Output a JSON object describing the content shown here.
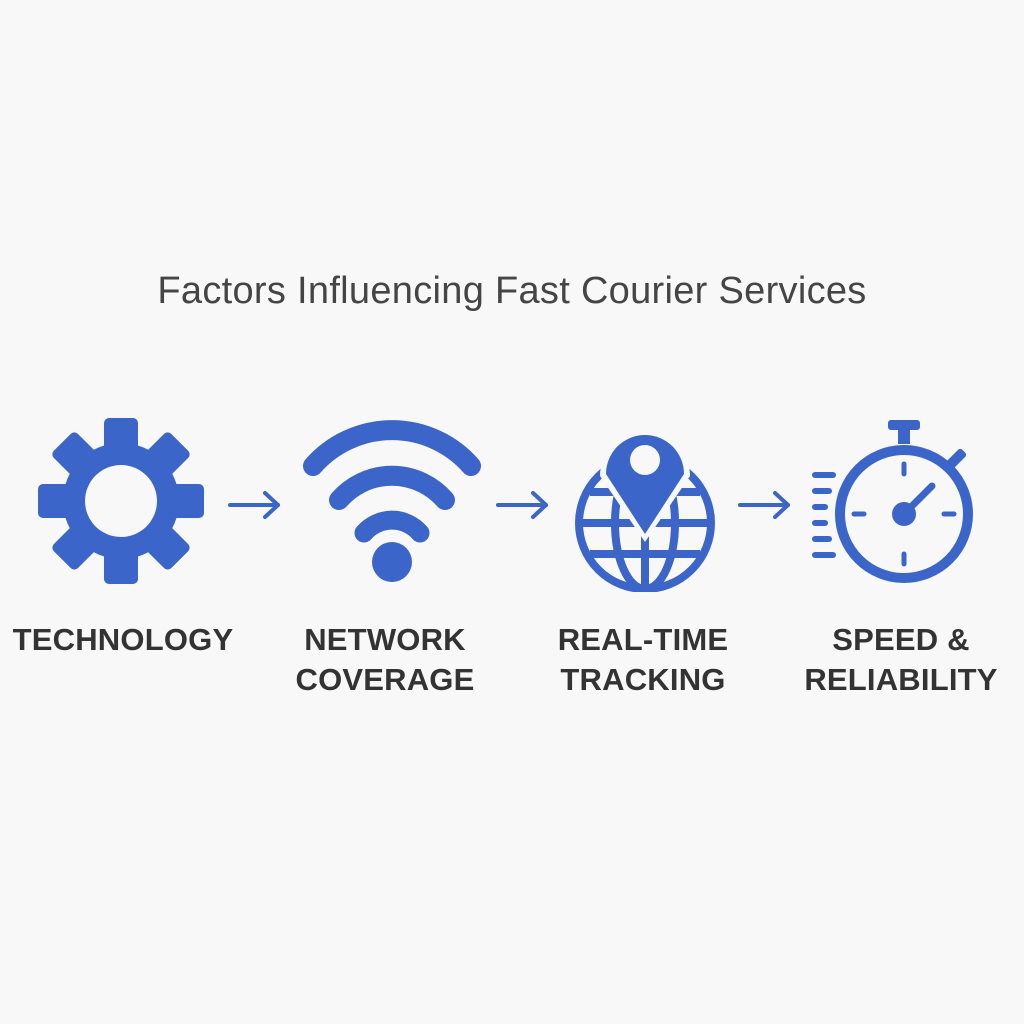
{
  "title": "Factors Influencing Fast Courier Services",
  "accent_color": "#3b65c9",
  "text_color": "#333333",
  "steps": [
    {
      "icon": "gear-icon",
      "label_lines": [
        "TECHNOLOGY"
      ]
    },
    {
      "icon": "wifi-icon",
      "label_lines": [
        "NETWORK",
        "COVERAGE"
      ]
    },
    {
      "icon": "location-globe-icon",
      "label_lines": [
        "REAL-TIME",
        "TRACKING"
      ]
    },
    {
      "icon": "stopwatch-icon",
      "label_lines": [
        "SPEED &",
        "RELIABILITY"
      ]
    }
  ],
  "connectors": [
    "arrow-right-icon",
    "arrow-right-icon",
    "arrow-right-icon"
  ]
}
